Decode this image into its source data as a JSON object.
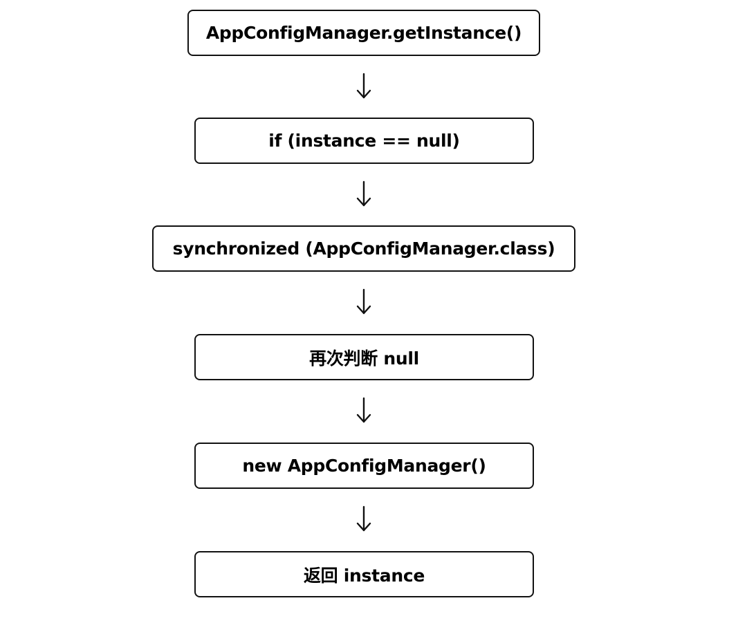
{
  "flowchart": {
    "steps": [
      {
        "label": "AppConfigManager.getInstance()"
      },
      {
        "label": "if (instance == null)"
      },
      {
        "label": "synchronized (AppConfigManager.class)"
      },
      {
        "label": "再次判断 null"
      },
      {
        "label": "new AppConfigManager()"
      },
      {
        "label": "返回 instance"
      }
    ],
    "connector_icon": "down-arrow-icon"
  }
}
